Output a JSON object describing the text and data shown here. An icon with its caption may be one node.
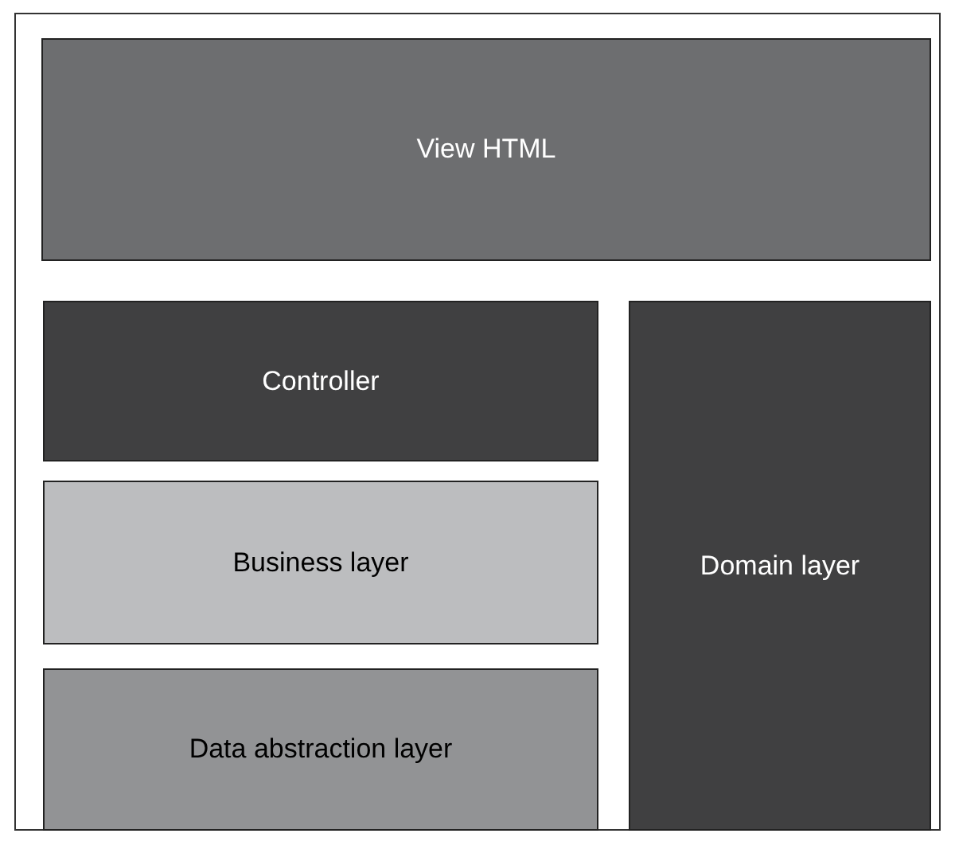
{
  "diagram": {
    "nodes": [
      {
        "text": [
          "View HTML"
        ]
      },
      {
        "text": [
          "Controller"
        ]
      },
      {
        "text": [
          "Business layer"
        ]
      },
      {
        "text": [
          "Data abstraction layer"
        ]
      },
      {
        "text": [
          "Domain layer"
        ]
      }
    ]
  }
}
